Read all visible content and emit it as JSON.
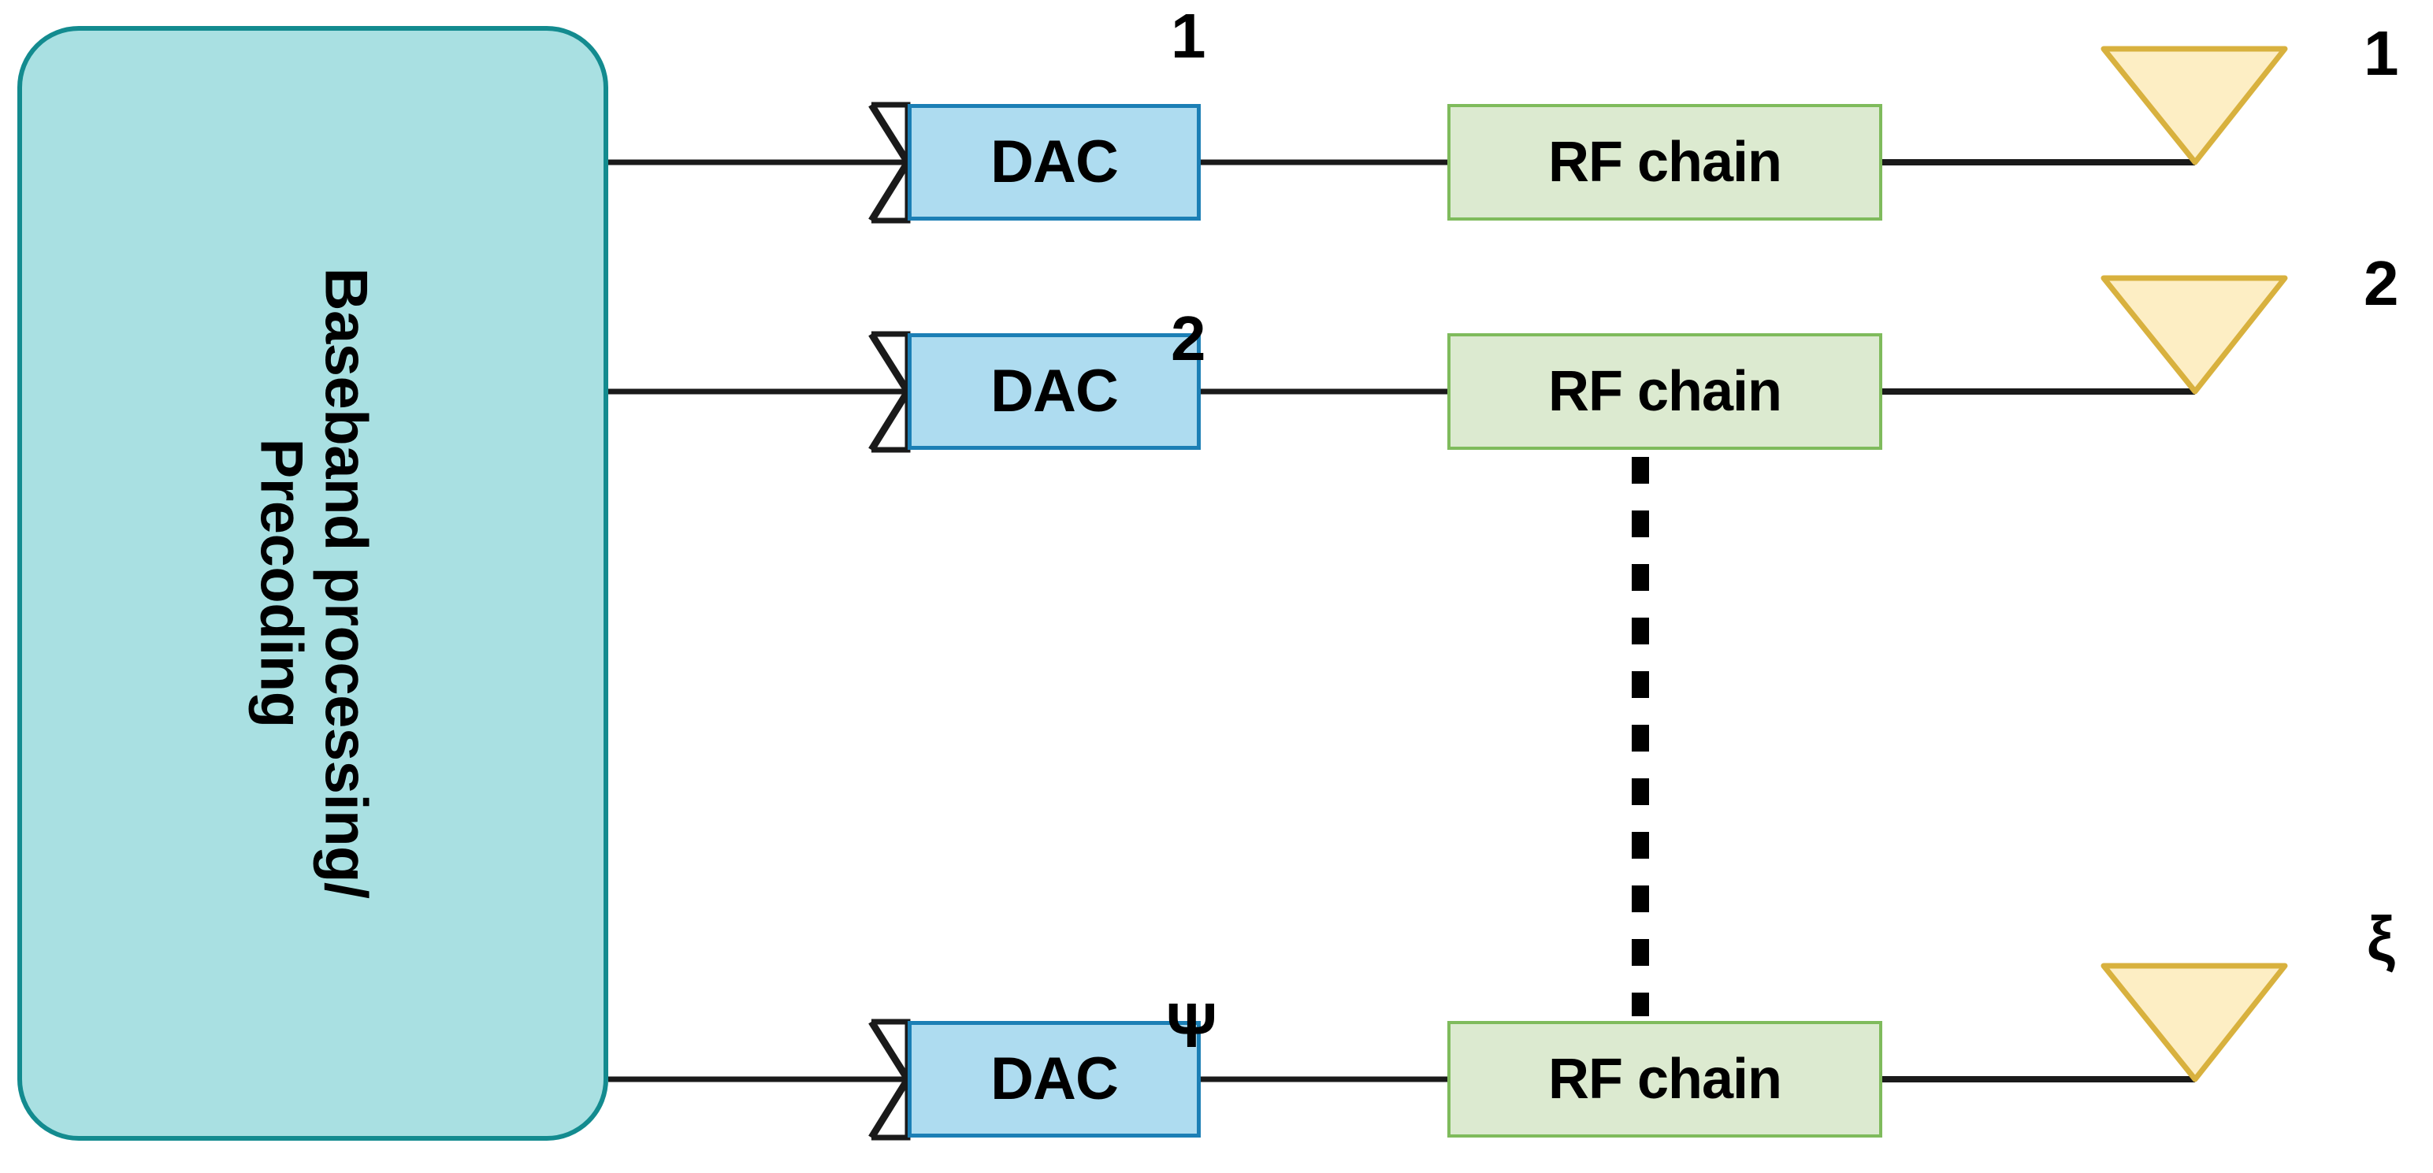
{
  "diagram": {
    "title": "Hybrid transmitter architecture block diagram",
    "background_color": "#ffffff"
  },
  "baseband": {
    "line1": "Baseband processing/",
    "line2": "Precoding",
    "fill_color": "#a9e0e2",
    "border_color": "#138b8f"
  },
  "blocks": {
    "dac_label": "DAC",
    "rf_label": "RF chain",
    "dac_fill": "#aedcf0",
    "dac_border": "#1c7fb5",
    "rf_fill": "#dcead0",
    "rf_border": "#7fbb5c",
    "antenna_fill": "#fdeec4",
    "antenna_border": "#d8b13e"
  },
  "rows": [
    {
      "dac_index": "1",
      "antenna_index": "1"
    },
    {
      "dac_index": "2",
      "antenna_index": "2"
    },
    {
      "dac_index": "Ψ",
      "antenna_index": "ξ"
    }
  ],
  "ellipsis": {
    "style": "vertical-dashed-line",
    "dash_count": 11
  }
}
